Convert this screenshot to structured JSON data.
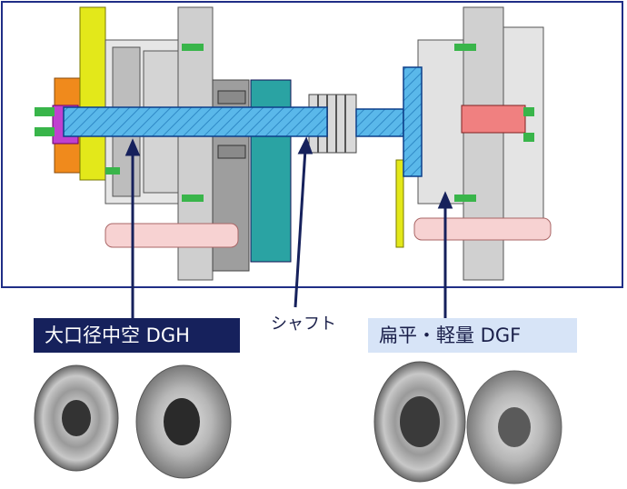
{
  "labels": {
    "dgh": "大口径中空 DGH",
    "shaft": "シャフト",
    "dgf": "扁平・軽量 DGF"
  },
  "colors": {
    "frame_border": "#1f2e86",
    "shaft_fill": "#4fb3e8",
    "dgh_label_bg": "#16215c",
    "dgf_label_bg": "#d7e4f7",
    "leader_line": "#16215c"
  }
}
